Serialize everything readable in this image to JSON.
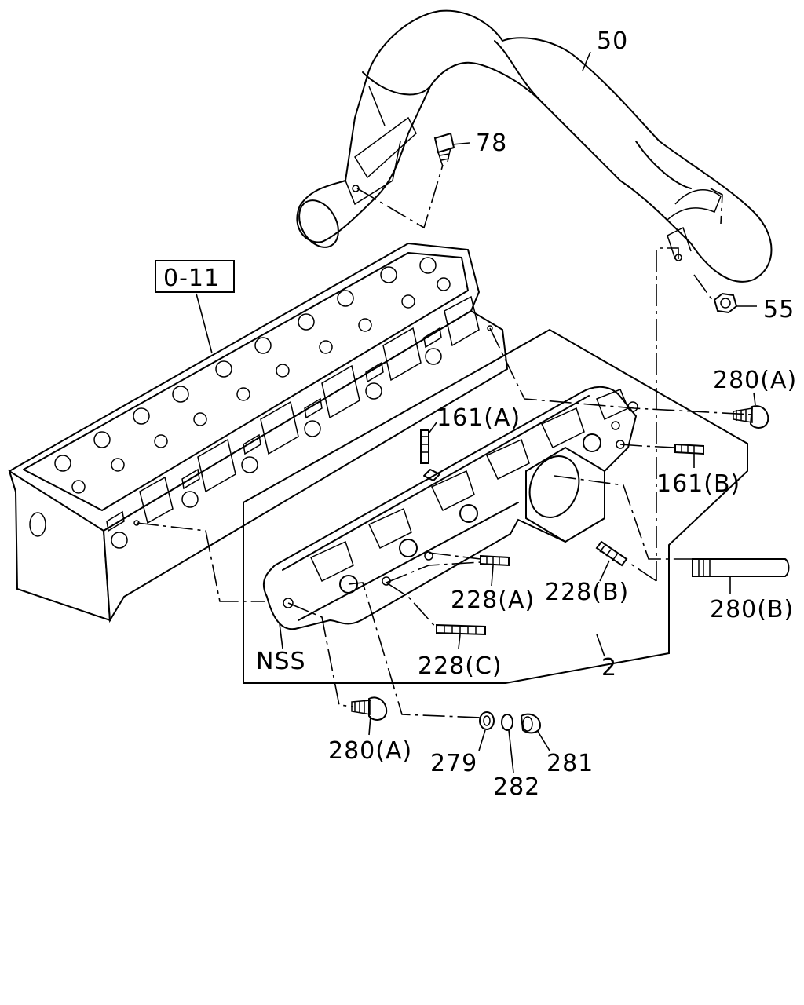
{
  "reference_box": "0-11",
  "callouts": {
    "p50": "50",
    "p78": "78",
    "p55": "55",
    "p280a_top": "280(A)",
    "p161a": "161(A)",
    "p161b": "161(B)",
    "p228a": "228(A)",
    "p228b": "228(B)",
    "p280b": "280(B)",
    "p228c": "228(C)",
    "nss": "NSS",
    "p2": "2",
    "p280a_bottom": "280(A)",
    "p279": "279",
    "p282": "282",
    "p281": "281"
  }
}
